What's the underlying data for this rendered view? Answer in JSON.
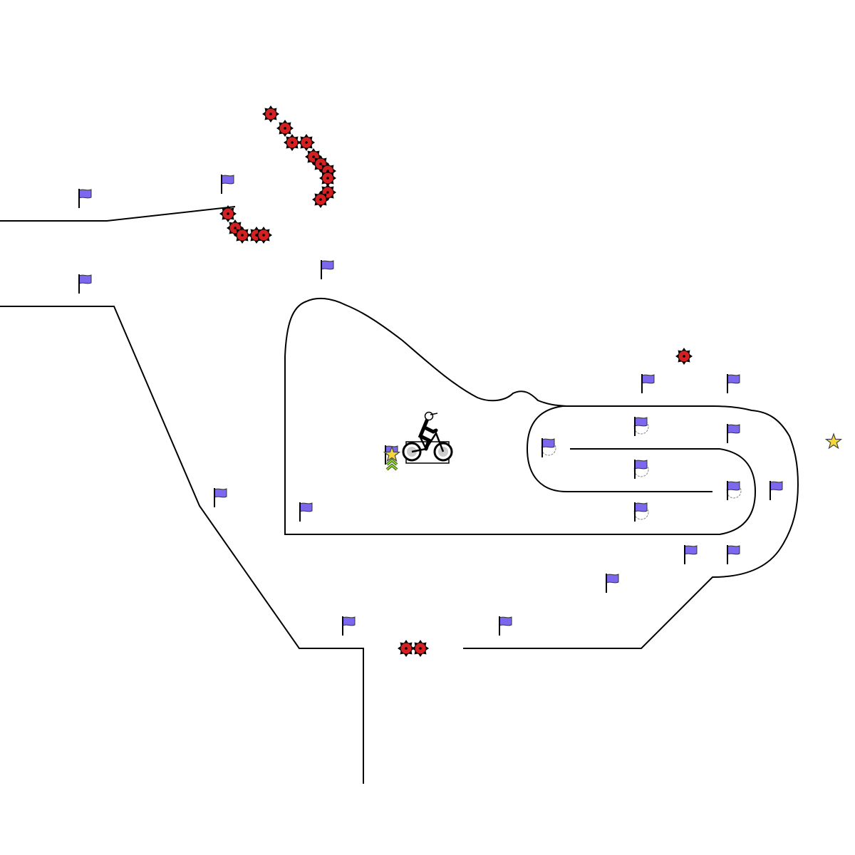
{
  "game": {
    "entity_types": [
      "track-line",
      "checkpoint-flag",
      "bomb",
      "goal-star",
      "rider",
      "boost"
    ],
    "colors": {
      "track": "#000000",
      "flag": "#7b68ee",
      "bomb": "#d42020",
      "star": "#f5d63a",
      "boost": "#9acd32"
    }
  }
}
